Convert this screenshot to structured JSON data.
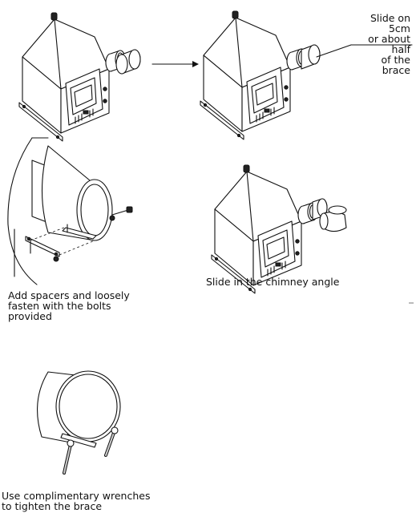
{
  "captions": {
    "step1_note": "Slide on 5cm\nor about half\nof the brace",
    "step2": "Add spacers and loosely\nfasten with the bolts\nprovided",
    "step3": "Slide in the chimney angle",
    "step4": "Use complimentary wrenches\nto tighten the brace"
  }
}
